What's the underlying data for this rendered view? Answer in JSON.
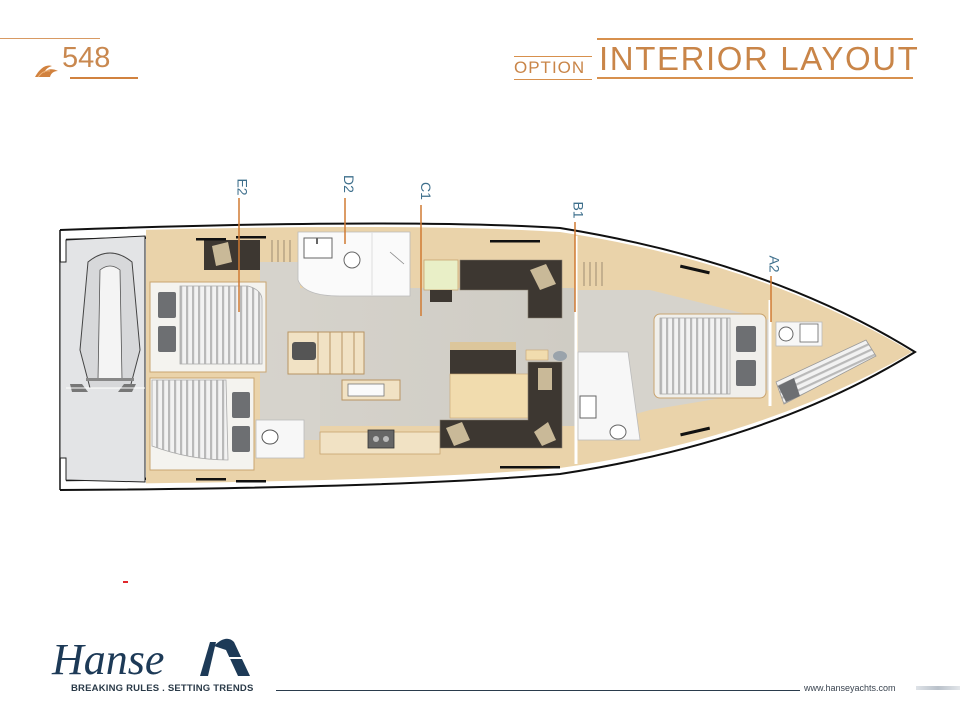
{
  "header": {
    "model_number": "548",
    "option_label": "OPTION",
    "title": "INTERIOR LAYOUT",
    "accent_color": "#c98548"
  },
  "plan": {
    "labels": [
      {
        "id": "E2",
        "text": "E2"
      },
      {
        "id": "D2",
        "text": "D2"
      },
      {
        "id": "C1",
        "text": "C1"
      },
      {
        "id": "B1",
        "text": "B1"
      },
      {
        "id": "A2",
        "text": "A2"
      }
    ],
    "colors": {
      "wood": "#ead3aa",
      "wood_dark": "#d9b47d",
      "floor": "#d4d1c9",
      "sofa": "#3d3731",
      "cushion": "#c9b998",
      "bed": "#e7e7e7",
      "wet": "#f5f5f5",
      "hull": "#111111",
      "label": "#3e6f8c",
      "leader": "#d07a33"
    }
  },
  "footer": {
    "brand": "Hanse",
    "tagline": "BREAKING RULES . SETTING TRENDS",
    "url": "www.hanseyachts.com"
  }
}
